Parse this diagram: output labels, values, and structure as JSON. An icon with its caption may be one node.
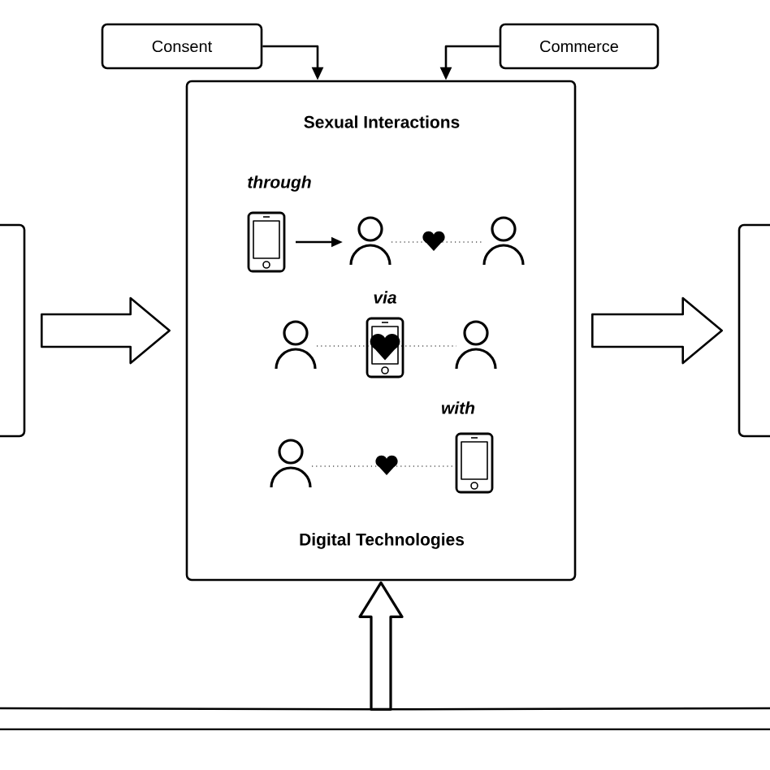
{
  "diagram": {
    "nodes": [
      {
        "text": [
          "Consent"
        ]
      },
      {
        "text": [
          "Commerce"
        ]
      },
      {
        "text": [
          "Sexual Interactions",
          "Digital Technologies"
        ]
      },
      {
        "text": [],
        "shape": "box"
      },
      {
        "text": [],
        "shape": "box"
      }
    ],
    "edges": [
      {
        "from": 0,
        "to": 2,
        "arrow": "to"
      },
      {
        "from": 1,
        "to": 2,
        "arrow": "to"
      },
      {
        "from": 3,
        "to": 2,
        "arrow": "to",
        "style": "thick"
      },
      {
        "from": 2,
        "to": 4,
        "arrow": "to",
        "style": "thick"
      },
      {
        "from": null,
        "to": 2,
        "arrow": "to",
        "style": "thick"
      }
    ],
    "labels": [
      "through",
      "via",
      "with"
    ]
  }
}
